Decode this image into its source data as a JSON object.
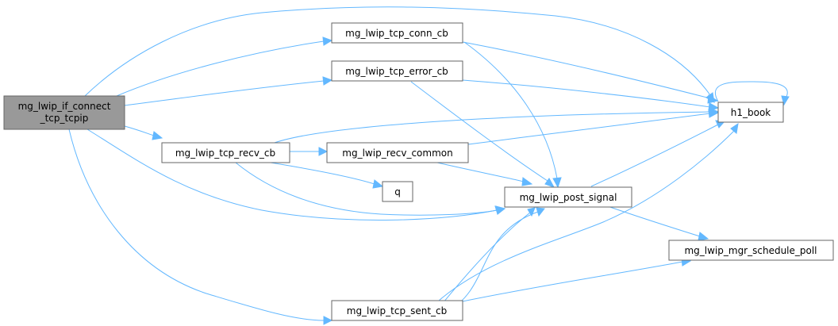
{
  "graph": {
    "colors": {
      "edge": "#63b8ff",
      "node_border": "#666666",
      "root_fill": "#999999",
      "node_fill": "#ffffff"
    },
    "nodes": {
      "root": {
        "line1": "mg_lwip_if_connect",
        "line2": "_tcp_tcpip"
      },
      "conn_cb": {
        "label": "mg_lwip_tcp_conn_cb"
      },
      "error_cb": {
        "label": "mg_lwip_tcp_error_cb"
      },
      "recv_cb": {
        "label": "mg_lwip_tcp_recv_cb"
      },
      "recv_common": {
        "label": "mg_lwip_recv_common"
      },
      "q": {
        "label": "q"
      },
      "post_signal": {
        "label": "mg_lwip_post_signal"
      },
      "h1_book": {
        "label": "h1_book"
      },
      "schedule_poll": {
        "label": "mg_lwip_mgr_schedule_poll"
      },
      "sent_cb": {
        "label": "mg_lwip_tcp_sent_cb"
      }
    }
  }
}
